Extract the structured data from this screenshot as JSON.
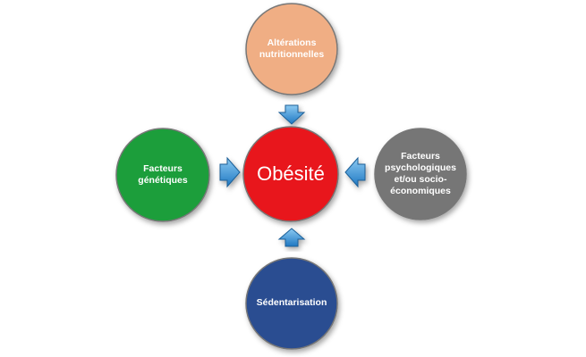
{
  "diagram": {
    "center": {
      "text": "Obésité",
      "color": "#e8141b"
    },
    "nodes": {
      "top": {
        "lines": [
          "Altérations",
          "nutritionnelles"
        ],
        "color": "#f0ae84"
      },
      "left": {
        "lines": [
          "Facteurs",
          "génétiques"
        ],
        "color": "#1a9e3a"
      },
      "right": {
        "lines": [
          "Facteurs",
          "psychologiques",
          "et/ou socio-",
          "économiques"
        ],
        "color": "#767676"
      },
      "bottom": {
        "lines": [
          "Sédentarisation"
        ],
        "color": "#2c4d91"
      }
    },
    "arrow_color": "#2f8fd6"
  }
}
